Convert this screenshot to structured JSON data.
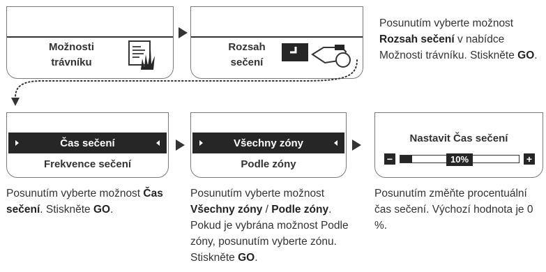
{
  "step1": {
    "menu_label": "Možnosti trávníku",
    "menu_icon": "lawn-options-icon"
  },
  "step2": {
    "menu_label": "Rozsah sečení",
    "menu_icon": "mower-cutting-range-icon",
    "caption_parts": [
      "Posunutím vyberte možnost ",
      "Rozsah sečení",
      " v nabídce Možnosti trávníku. Stiskněte ",
      "GO",
      "."
    ]
  },
  "step3": {
    "selected": "Čas sečení",
    "next": "Frekvence sečení",
    "caption_parts": [
      "Posunutím vyberte možnost ",
      "Čas sečení",
      ". Stiskněte ",
      "GO",
      "."
    ]
  },
  "step4": {
    "selected": "Všechny zóny",
    "next": "Podle zóny",
    "caption_parts": [
      "Posunutím vyberte možnost ",
      "Všechny zóny",
      " / ",
      "Podle zóny",
      ". Pokud je vybrána možnost Podle zóny, posunutím vyberte zónu. Stiskněte ",
      "GO",
      "."
    ]
  },
  "step5": {
    "title": "Nastavit Čas sečení",
    "minus": "−",
    "plus": "+",
    "value_label": "10%",
    "value_fraction": 0.1,
    "caption_parts": [
      "Posunutím změňte procentuální čas sečení. Výchozí hodnota je 0 %."
    ]
  },
  "colors": {
    "accent_dark": "#262626",
    "border": "#7a7a7a"
  }
}
